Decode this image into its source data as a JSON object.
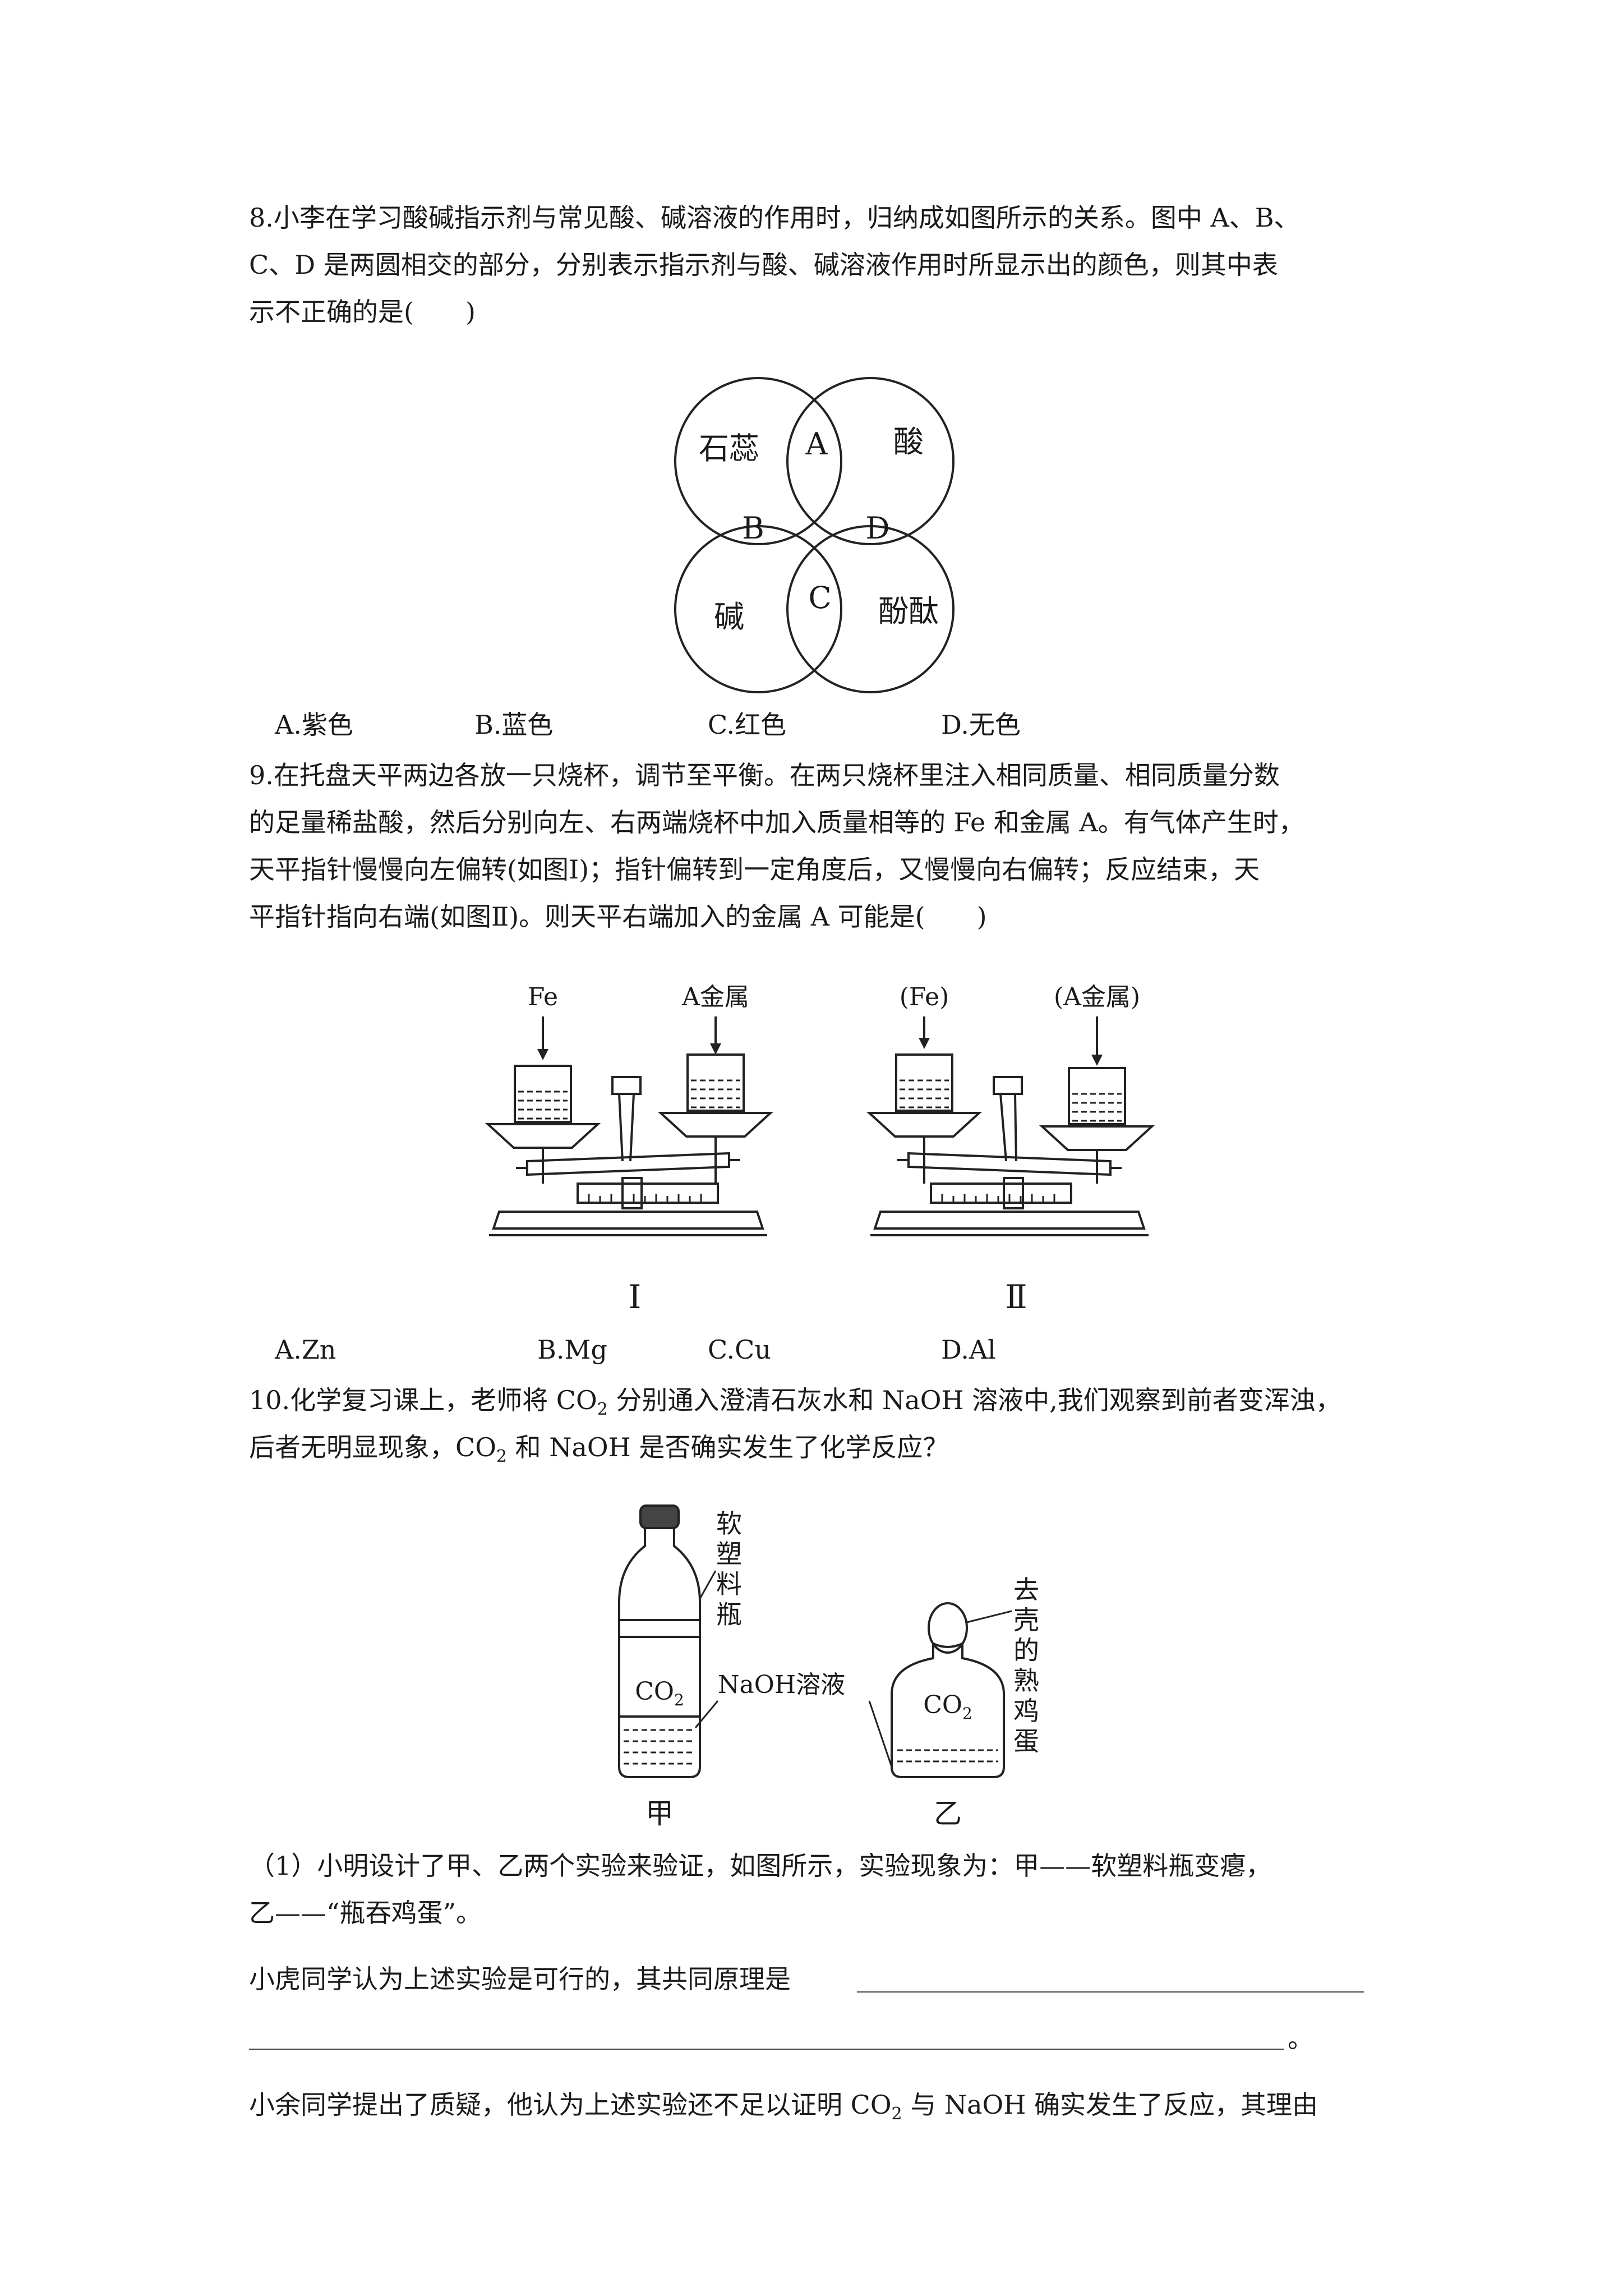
{
  "q8": {
    "lines": [
      "8.小李在学习酸碱指示剂与常见酸、碱溶液的作用时，归纳成如图所示的关系。图中 A、B、",
      "C、D 是两圆相交的部分，分别表示指示剂与酸、碱溶液作用时所显示出的颜色，则其中表",
      "示不正确的是(　　)"
    ],
    "diagram": {
      "circles": [
        "石蕊",
        "酸",
        "碱",
        "酚酞"
      ],
      "regions": [
        "A",
        "B",
        "C",
        "D"
      ]
    },
    "options": [
      "A.紫色",
      "B.蓝色",
      "C.红色",
      "D.无色"
    ]
  },
  "q9": {
    "lines": [
      "9.在托盘天平两边各放一只烧杯，调节至平衡。在两只烧杯里注入相同质量、相同质量分数",
      "的足量稀盐酸，然后分别向左、右两端烧杯中加入质量相等的 Fe 和金属 A。有气体产生时，",
      "天平指针慢慢向左偏转(如图Ⅰ)；指针偏转到一定角度后，又慢慢向右偏转；反应结束，天",
      "平指针指向右端(如图Ⅱ)。则天平右端加入的金属 A 可能是(　　)"
    ],
    "figure1": {
      "left_label": "Fe",
      "right_label": "A金属",
      "caption": "Ⅰ"
    },
    "figure2": {
      "left_label": "(Fe)",
      "right_label": "(A金属)",
      "caption": "Ⅱ"
    },
    "options": [
      "A.Zn",
      "B.Mg",
      "C.Cu",
      "D.Al"
    ]
  },
  "q10": {
    "line1_pre": "10.化学复习课上，老师将 CO",
    "line1_post": " 分别通入澄清石灰水和 NaOH 溶液中,我们观察到前者变浑浊，",
    "line2_pre": "后者无明显现象，CO",
    "line2_post": " 和 NaOH 是否确实发生了化学反应？",
    "sub2": "2",
    "figure": {
      "bottle_label": [
        "软",
        "塑",
        "料",
        "瓶"
      ],
      "co2_main": "CO",
      "co2_sub": "2",
      "naoh_label": "NaOH溶液",
      "egg_label": [
        "去",
        "壳",
        "的",
        "熟",
        "鸡",
        "蛋"
      ],
      "caption_left": "甲",
      "caption_right": "乙"
    },
    "part1_line1": "（1）小明设计了甲、乙两个实验来验证，如图所示，实验现象为：甲——软塑料瓶变瘪，",
    "part1_line2": "乙——“瓶吞鸡蛋”。",
    "principle_text": "小虎同学认为上述实验是可行的，其共同原理是",
    "end_mark": "。",
    "doubt_pre": "小余同学提出了质疑，他认为上述实验还不足以证明 CO",
    "doubt_post": " 与 NaOH 确实发生了反应，其理由"
  }
}
